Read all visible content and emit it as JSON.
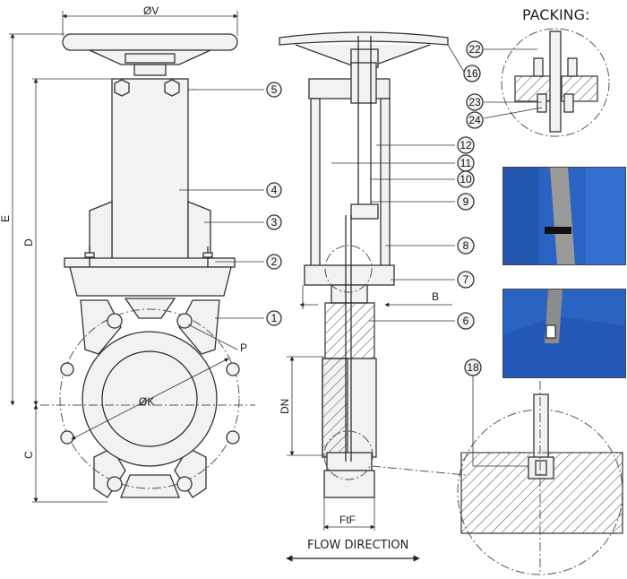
{
  "header": {
    "packing_title": "PACKING:"
  },
  "dimensions": {
    "v": "ØV",
    "e": "E",
    "d": "D",
    "c": "C",
    "k": "ØK",
    "p": "P",
    "b": "B",
    "dn": "DN",
    "ftf": "FtF"
  },
  "flow_direction": "FLOW DIRECTION",
  "part_numbers": [
    "1",
    "2",
    "3",
    "4",
    "5",
    "6",
    "7",
    "8",
    "9",
    "10",
    "11",
    "12",
    "16",
    "18",
    "22",
    "23",
    "24"
  ],
  "photos": [
    {
      "name": "gate-packing-photo-1",
      "description_color": "#2a63c2"
    },
    {
      "name": "gate-packing-photo-2",
      "description_color": "#2a63c2"
    }
  ],
  "colors": {
    "line": "#222222",
    "photo_blue": "#2a63c2",
    "photo_grey": "#9a9a9a"
  }
}
